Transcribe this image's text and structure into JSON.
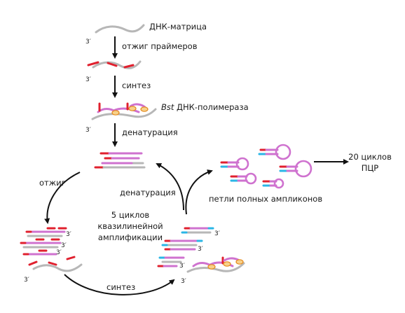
{
  "labels": {
    "template": "ДНК-матрица",
    "primer_annealing": "отжиг праймеров",
    "synthesis_top": "синтез",
    "polymerase_italic": "Bst",
    "polymerase_rest": " ДНК-полимераза",
    "denaturation_top": "денатурация",
    "annealing": "отжиг",
    "denaturation_cycle": "денатурация",
    "cycles_line1": "5 циклов",
    "cycles_line2": "квазилинейной",
    "cycles_line3": "амплификации",
    "loops": "петли полных ампликонов",
    "pcr_line1": "20 циклов",
    "pcr_line2": "ПЦР",
    "synthesis_bottom": "синтез",
    "three_prime": "3′"
  },
  "colors": {
    "template": "#b7b7b7",
    "primer": "#e0202e",
    "new_strand": "#cf72cf",
    "adapter": "#2ab6e6",
    "polymerase": "#f7d18a"
  },
  "icons": [
    "arrow-down-icon",
    "cycle-arrow-icon",
    "arrow-right-icon",
    "polymerase-icon",
    "dna-loop-icon"
  ]
}
